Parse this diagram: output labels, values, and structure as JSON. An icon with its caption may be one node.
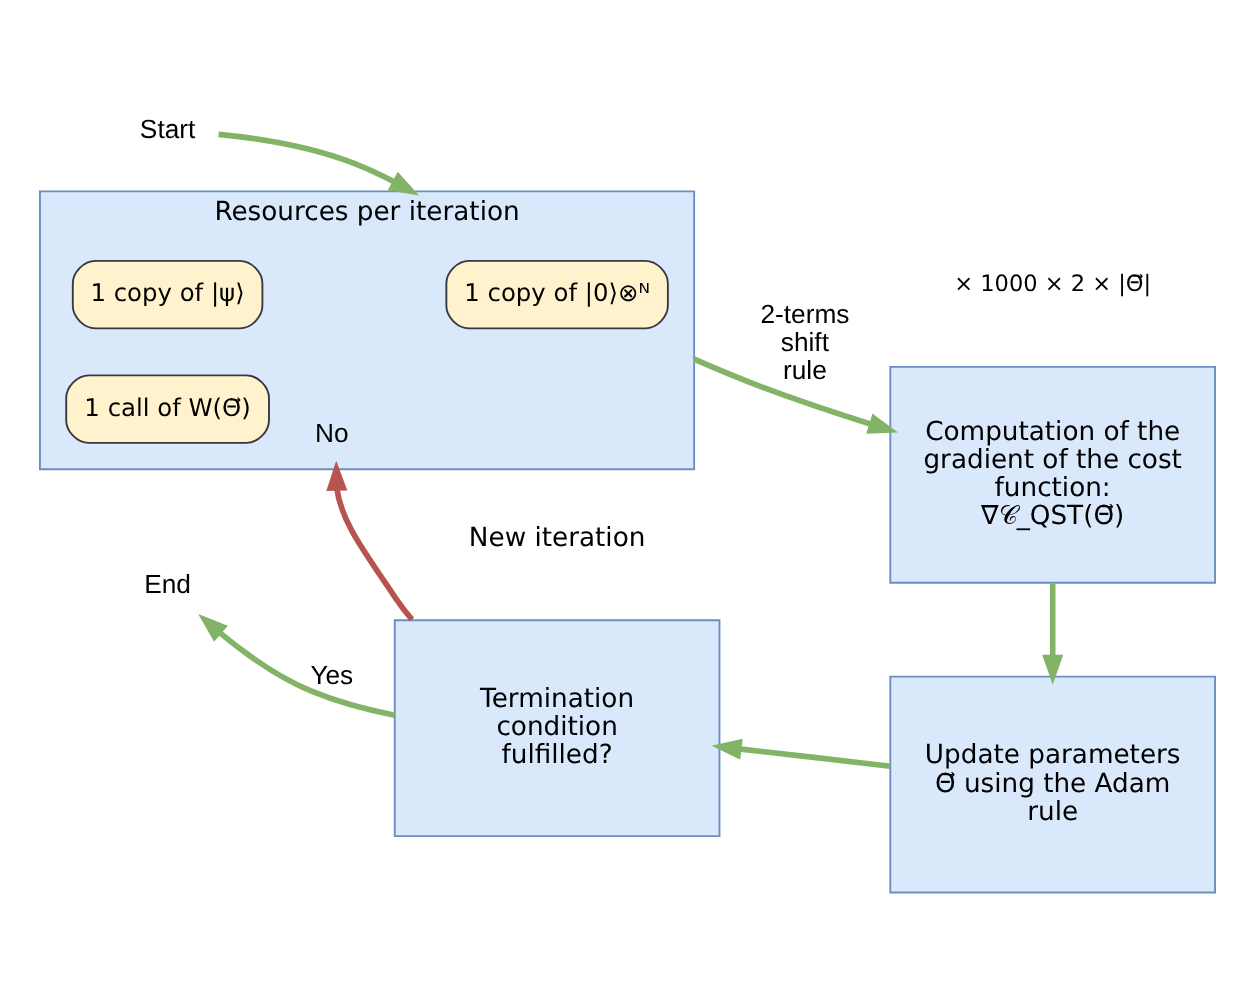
{
  "diagram": {
    "nodes": [
      {
        "text": [
          "Start"
        ]
      },
      {
        "text": [
          "Resources per iteration"
        ]
      },
      {
        "text": [
          "1 copy of |ψ⟩"
        ],
        "in": 1
      },
      {
        "text": [
          "1 copy of |0⟩⊗ᴺ"
        ],
        "in": 1
      },
      {
        "text": [
          "1 call of W(Θ⃗)"
        ],
        "in": 1
      },
      {
        "text": [
          "Computation of the gradient of the cost function:",
          "∇𝒞_QST(Θ⃗)"
        ]
      },
      {
        "text": [
          "Update parameters Θ⃗ using the Adam rule"
        ]
      },
      {
        "text": [
          "Termination condition fulfilled?"
        ]
      },
      {
        "text": [
          "End"
        ]
      }
    ],
    "edges": [
      {
        "from": 0,
        "to": 1,
        "arrow": "to"
      },
      {
        "from": 1,
        "to": 5,
        "arrow": "to",
        "label": "2-terms shift rule"
      },
      {
        "from": 5,
        "to": 6,
        "arrow": "to"
      },
      {
        "from": 6,
        "to": 7,
        "arrow": "to"
      },
      {
        "from": 7,
        "to": 1,
        "arrow": "to",
        "label": "No",
        "color": "#b85450"
      },
      {
        "from": 7,
        "to": 8,
        "arrow": "to",
        "label": "Yes"
      }
    ],
    "labels": [
      "× 1000 × 2 × |Θ⃗|",
      "New iteration"
    ]
  }
}
